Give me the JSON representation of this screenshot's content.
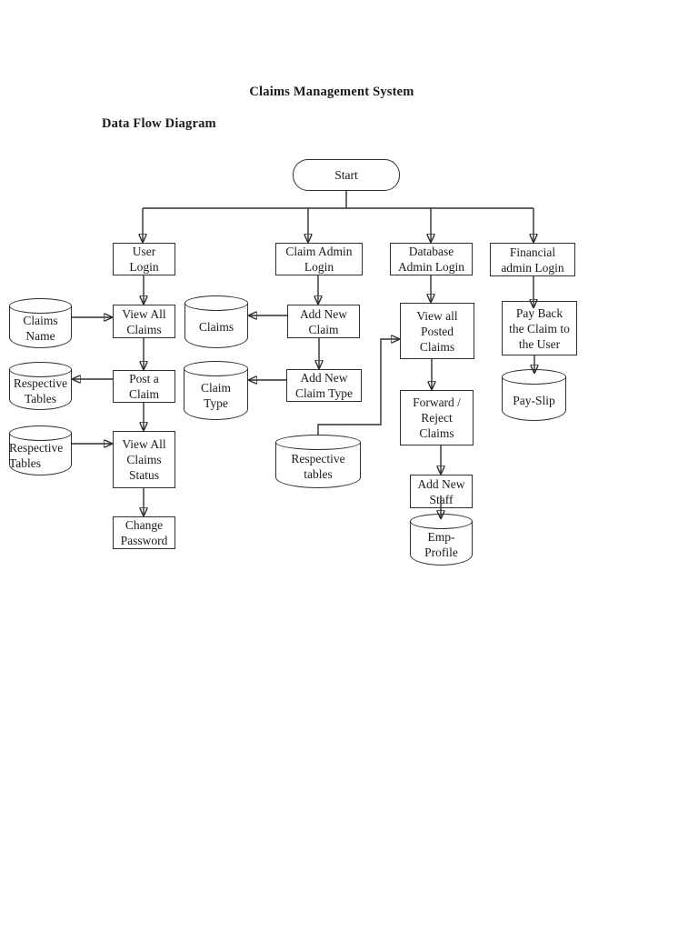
{
  "page": {
    "title": "Claims Management System",
    "subtitle": "Data Flow Diagram"
  },
  "nodes": {
    "start": "Start",
    "user_login": "User\nLogin",
    "view_all_claims": "View All\nClaims",
    "post_a_claim": "Post a\nClaim",
    "view_all_claims_status": "View All\nClaims\nStatus",
    "change_password": "Change\nPassword",
    "claim_admin_login": "Claim Admin\nLogin",
    "add_new_claim": "Add New\nClaim",
    "add_new_claim_type": "Add New\nClaim Type",
    "database_admin_login": "Database\nAdmin Login",
    "view_all_posted_claims": "View all\nPosted\nClaims",
    "forward_reject_claims": "Forward /\nReject\nClaims",
    "add_new_staff": "Add New\nStaff",
    "financial_admin_login": "Financial\nadmin Login",
    "pay_back_claim": "Pay Back\nthe Claim to\nthe User"
  },
  "datastores": {
    "claims_name": "Claims\nName",
    "respective_tables_1": "Respective\nTables",
    "respective_tables_2": "Respective\nTables",
    "claims": "Claims",
    "claim_type": "Claim\nType",
    "respective_tables_3": "Respective\ntables",
    "pay_slip": "Pay-Slip",
    "emp_profile": "Emp-\nProfile"
  },
  "colors": {
    "line": "#2f2f2f",
    "text": "#1a1a1a",
    "background": "#ffffff"
  }
}
